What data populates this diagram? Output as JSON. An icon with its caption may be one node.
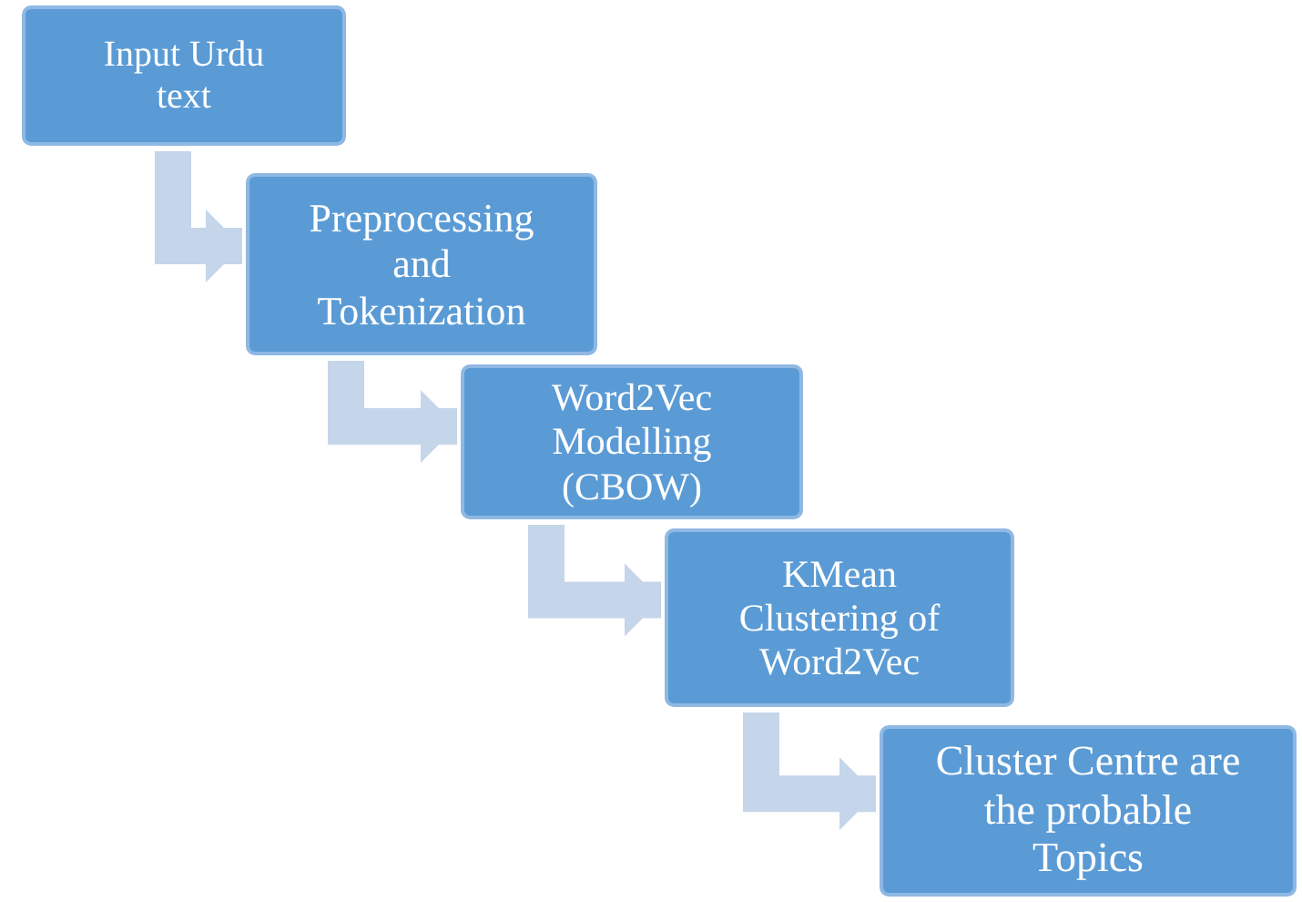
{
  "diagram": {
    "nodes": [
      {
        "text": [
          "Input Urdu text"
        ]
      },
      {
        "text": [
          "Preprocessing and Tokenization"
        ]
      },
      {
        "text": [
          "Word2Vec Modelling (CBOW)"
        ]
      },
      {
        "text": [
          "KMean Clustering of Word2Vec"
        ]
      },
      {
        "text": [
          "Cluster Centre are the probable Topics"
        ]
      }
    ],
    "edges": [
      {
        "from": 0,
        "to": 1,
        "arrow": "to"
      },
      {
        "from": 1,
        "to": 2,
        "arrow": "to"
      },
      {
        "from": 2,
        "to": 3,
        "arrow": "to"
      },
      {
        "from": 3,
        "to": 4,
        "arrow": "to"
      }
    ]
  }
}
